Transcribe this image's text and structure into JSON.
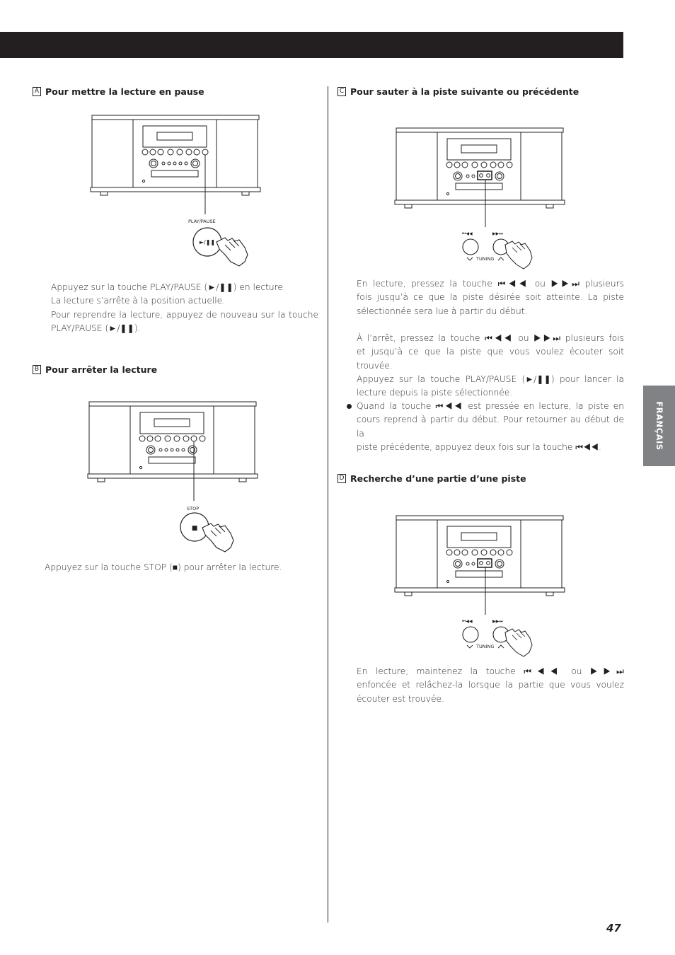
{
  "page": {
    "page_number": "47",
    "language_tab": "FRANÇAIS"
  },
  "sections": {
    "a": {
      "letter": "A",
      "title": "Pour mettre la lecture en pause",
      "button_label": "PLAY/PAUSE",
      "button_symbol": "►/❚❚",
      "paragraph": [
        "Appuyez sur la touche PLAY/PAUSE (►/❚❚) en lecture.",
        "La lecture s’arrête à la position actuelle.",
        "Pour reprendre la lecture, appuyez de nouveau sur la touche",
        "PLAY/PAUSE (►/❚❚)."
      ]
    },
    "b": {
      "letter": "B",
      "title": "Pour arrêter la lecture",
      "button_label": "STOP",
      "button_symbol": "■",
      "paragraph": "Appuyez sur la touche STOP (■) pour arrêter la lecture."
    },
    "c": {
      "letter": "C",
      "title": "Pour sauter à la piste suivante ou précédente",
      "prev_label": "⏮◀◀",
      "next_label": "▶▶⏭",
      "tuning_label": "TUNING",
      "paragraph1": [
        "En lecture, pressez la touche ⏮◀◀ ou ▶▶⏭ plusieurs",
        "fois jusqu’à ce que la piste désirée soit atteinte. La piste",
        "sélectionnée sera lue à partir du début."
      ],
      "paragraph2": [
        "À l’arrêt, pressez la touche ⏮◀◀ ou ▶▶⏭ plusieurs fois",
        "et jusqu’à ce que la piste que vous voulez écouter soit trouvée.",
        "Appuyez sur la touche PLAY/PAUSE (►/❚❚) pour lancer la",
        "lecture depuis la piste sélectionnée."
      ],
      "bullet": [
        "Quand la touche ⏮◀◀ est pressée en lecture, la piste en",
        "cours reprend à partir du début. Pour retourner au début de la",
        "piste précédente, appuyez deux fois sur la touche ⏮◀◀."
      ]
    },
    "d": {
      "letter": "D",
      "title": "Recherche d’une partie d’une piste",
      "prev_label": "⏮◀◀",
      "next_label": "▶▶⏭",
      "tuning_label": "TUNING",
      "paragraph": [
        "En lecture, maintenez la touche ⏮◀◀ ou ▶▶⏭",
        "enfoncée et relâchez-la lorsque la partie que vous voulez",
        "écouter est trouvée."
      ]
    }
  }
}
